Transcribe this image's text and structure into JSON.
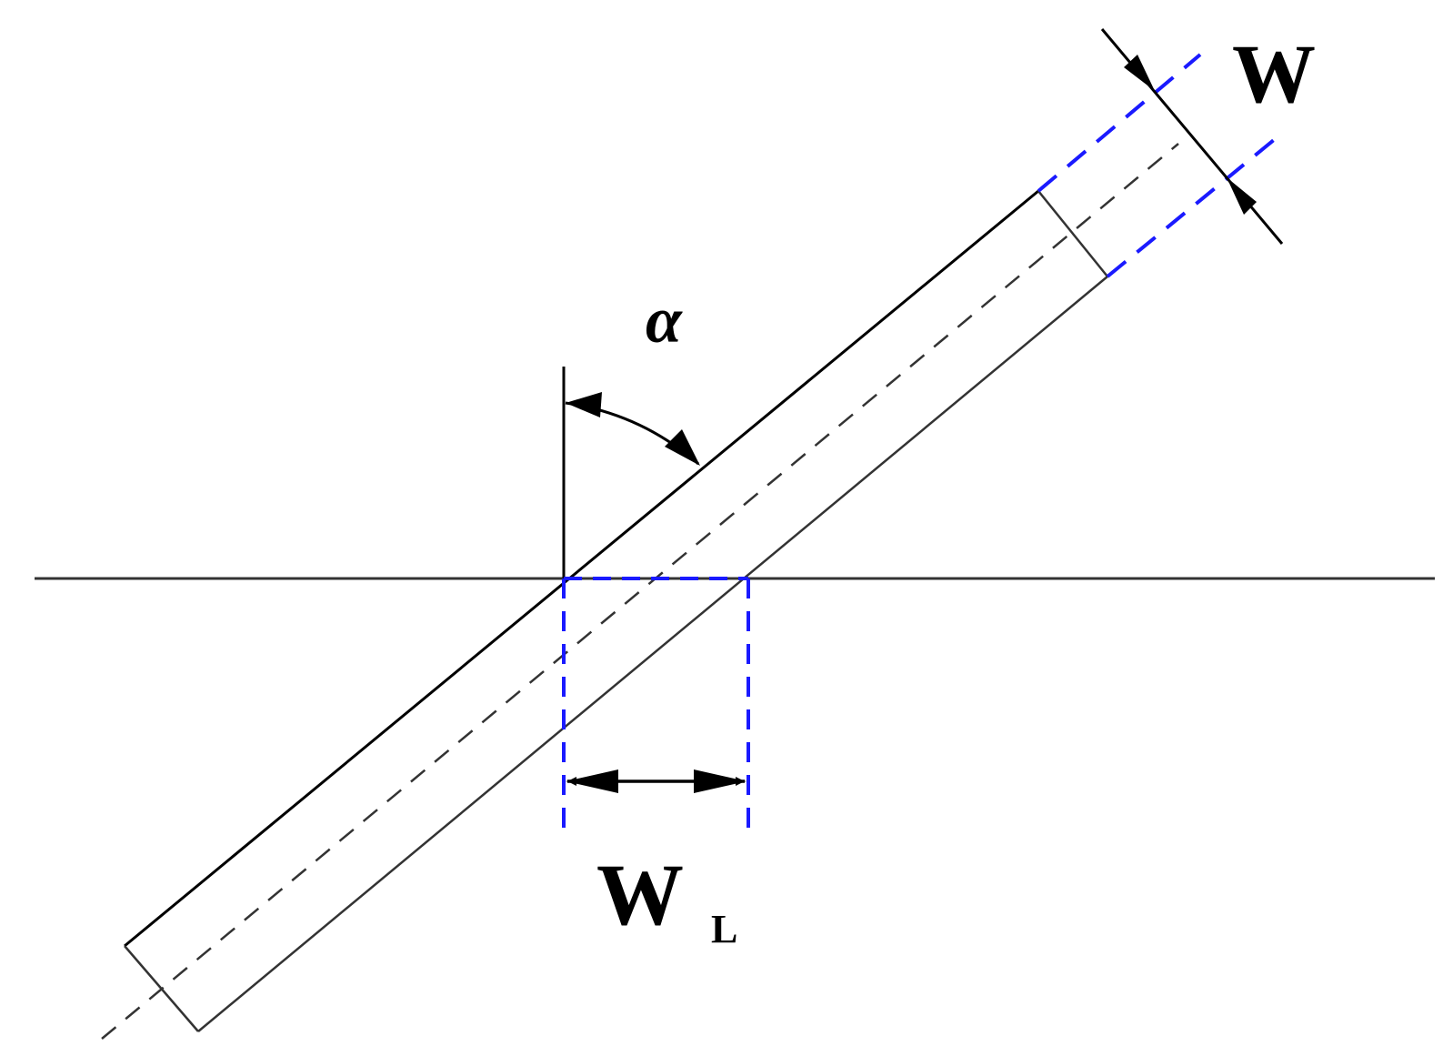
{
  "diagram": {
    "labels": {
      "angle": "α",
      "width": "W",
      "projected_width_main": "W",
      "projected_width_sub": "L"
    },
    "colors": {
      "line": "#000000",
      "outline": "#222222",
      "construction": "#1a1aff",
      "background": "#ffffff"
    }
  }
}
